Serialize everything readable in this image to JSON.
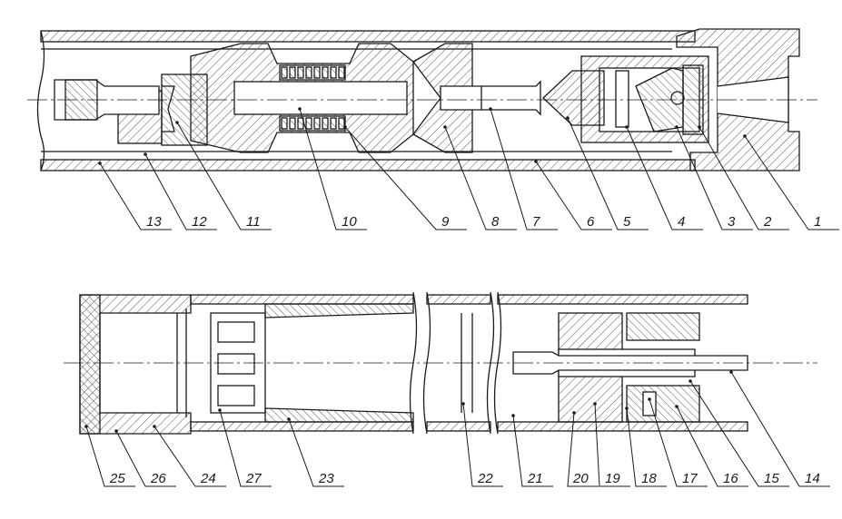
{
  "drawing": {
    "top_labels": [
      "13",
      "12",
      "11",
      "10",
      "9",
      "8",
      "7",
      "6",
      "5",
      "4",
      "3",
      "2",
      "1"
    ],
    "bottom_labels": [
      "25",
      "26",
      "24",
      "27",
      "23",
      "22",
      "21",
      "20",
      "19",
      "18",
      "17",
      "16",
      "15",
      "14"
    ],
    "colors": {
      "line": "#1a1a1a",
      "hatch": "#444444",
      "background": "#ffffff"
    }
  }
}
